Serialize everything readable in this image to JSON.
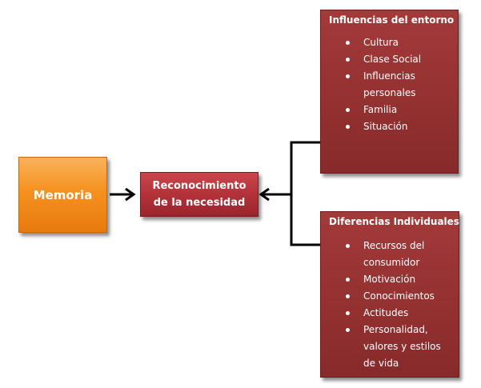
{
  "memoria": {
    "label": "Memoria"
  },
  "reconocimiento": {
    "line1": "Reconocimiento",
    "line2": "de la necesidad"
  },
  "entorno": {
    "title": "Influencias del  entorno",
    "items": [
      "Cultura",
      "Clase Social",
      "Influencias personales",
      "Familia",
      "Situación"
    ]
  },
  "individuales": {
    "title": "Diferencias  Individuales",
    "items": [
      "Recursos del consumidor",
      "Motivación",
      "Conocimientos",
      "Actitudes",
      "Personalidad, valores y estilos de vida"
    ]
  },
  "colors": {
    "memoria": "#f5911f",
    "reconocimiento": "#b3323a",
    "panel": "#933030",
    "connector": "#000000"
  }
}
